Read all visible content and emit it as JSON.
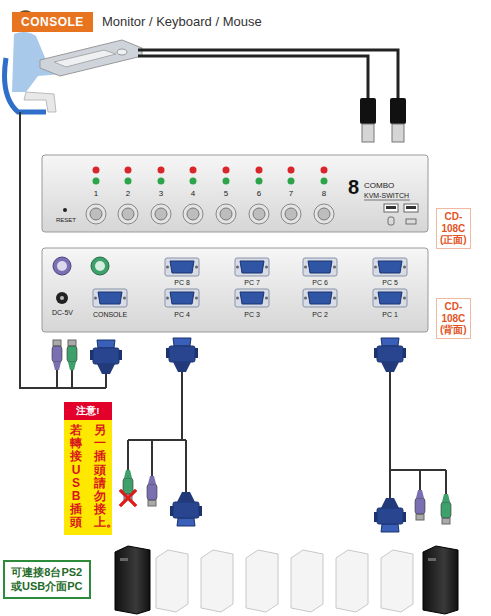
{
  "diagram": {
    "nodes": [
      {
        "text": [
          "CONSOLE"
        ]
      },
      {
        "text": [
          "RESET",
          "8",
          "COMBO",
          "KVM-SWITCH"
        ]
      },
      {
        "text": [
          "CD-108C (正面)"
        ]
      },
      {
        "text": [
          "DC-5V"
        ]
      },
      {
        "text": [
          "CD-108C (背面)"
        ]
      },
      {
        "text": [
          "注意!",
          "若轉接USB插頭",
          "另一插頭請勿接上。"
        ]
      },
      {
        "text": [
          "可連接8台PS2 或USB介面PC"
        ]
      }
    ],
    "labels": [
      "Monitor / Keyboard / Mouse",
      "1",
      "2",
      "3",
      "4",
      "5",
      "6",
      "7",
      "8",
      "PC 8",
      "PC 7",
      "PC 6",
      "PC 5",
      "CONSOLE",
      "PC 4",
      "PC 3",
      "PC 2",
      "PC 1"
    ]
  }
}
